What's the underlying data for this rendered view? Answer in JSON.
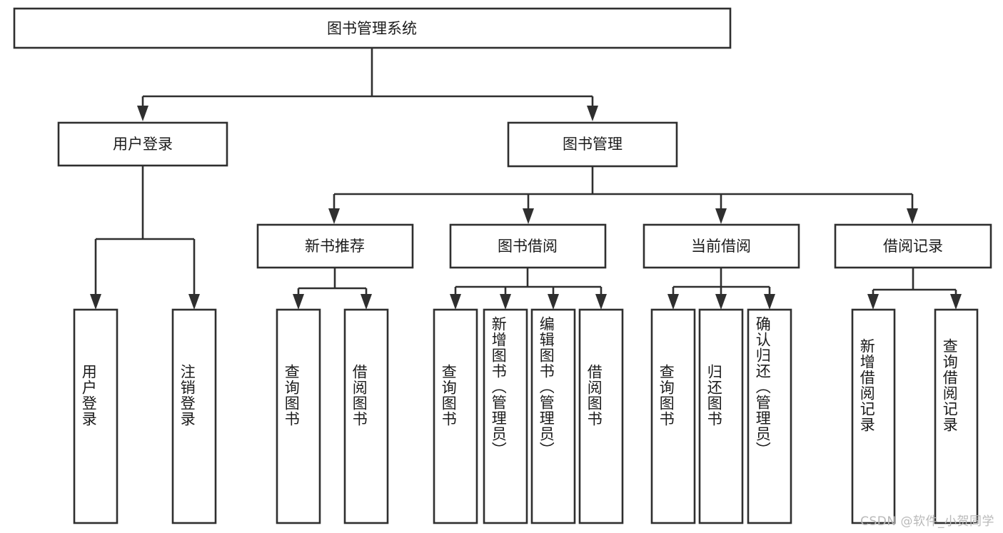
{
  "diagram": {
    "type": "tree-hierarchy",
    "title": "图书管理系统",
    "watermark": "CSDN @软件_小贺同学",
    "colors": {
      "stroke": "#2f2f2f",
      "box_fill": "#ffffff",
      "text": "#1b1b1b",
      "background": "#ffffff",
      "watermark": "#b9b9b9"
    },
    "root": {
      "label": "图书管理系统"
    },
    "level2": [
      {
        "label": "用户登录"
      },
      {
        "label": "图书管理"
      }
    ],
    "level3": [
      {
        "label": "新书推荐"
      },
      {
        "label": "图书借阅"
      },
      {
        "label": "当前借阅"
      },
      {
        "label": "借阅记录"
      }
    ],
    "leaves": {
      "user_login": [
        {
          "label": "用户登录"
        },
        {
          "label": "注销登录"
        }
      ],
      "new_book_recommend": [
        {
          "label": "查询图书"
        },
        {
          "label": "借阅图书"
        }
      ],
      "book_borrow": [
        {
          "label": "查询图书"
        },
        {
          "label": "新增图书（管理员）"
        },
        {
          "label": "编辑图书（管理员）"
        },
        {
          "label": "借阅图书"
        }
      ],
      "current_borrow": [
        {
          "label": "查询图书"
        },
        {
          "label": "归还图书"
        },
        {
          "label": "确认归还（管理员）"
        }
      ],
      "borrow_record": [
        {
          "label": "新增借阅记录"
        },
        {
          "label": "查询借阅记录"
        }
      ]
    }
  }
}
